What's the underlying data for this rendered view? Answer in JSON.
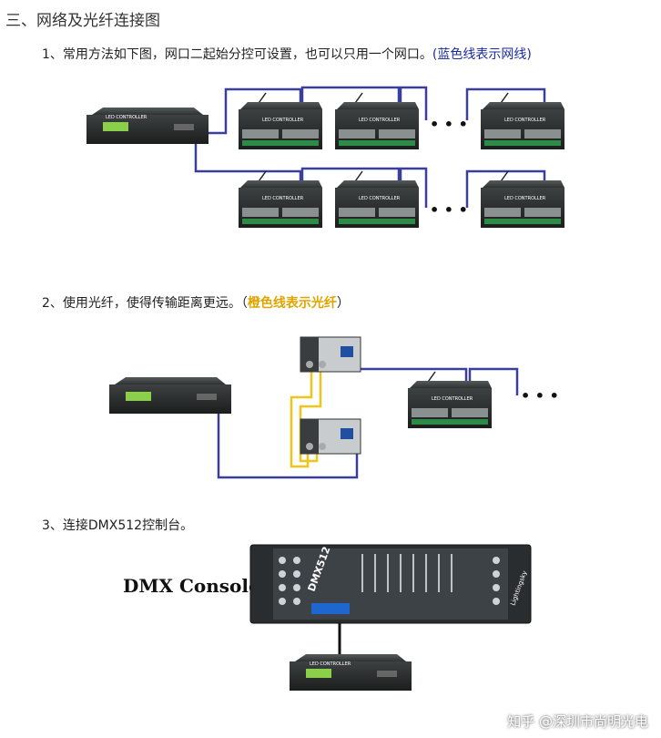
{
  "section_title": "三、网络及光纤连接图",
  "note1": {
    "text": "1、常用方法如下图，网口二起始分控可设置，也可以只用一个网口。",
    "highlight": "(蓝色线表示网线)"
  },
  "note2": {
    "text": "2、使用光纤，使得传输距离更远。（",
    "highlight": "橙色线表示光纤",
    "tail": "）"
  },
  "note3": {
    "text": "3、连接DMX512控制台。"
  },
  "device_label": "LED CONTROLLER",
  "ellipsis": "• • •",
  "dmx": {
    "caption": "DMX Console",
    "brand": "DMX512",
    "side_text": "Lightingsky"
  },
  "watermark": "知乎 @深圳市尚明光电",
  "colors": {
    "network_cable": "#3a3f9e",
    "fiber": "#f0c419",
    "device": "#2b2e2e"
  }
}
